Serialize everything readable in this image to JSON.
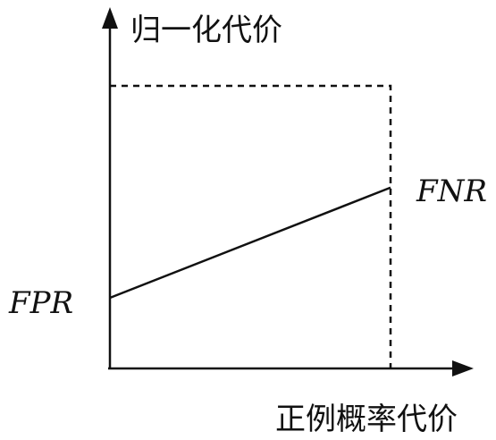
{
  "chart_data": {
    "type": "line",
    "ylabel": "归一化代价",
    "xlabel": "正例概率代价",
    "grid": false,
    "series": [
      {
        "x": [
          0,
          1
        ],
        "y": [
          0.25,
          0.64
        ]
      }
    ],
    "reference_box": {
      "x": [
        0,
        1
      ],
      "y": [
        0,
        1
      ],
      "style": "dashed"
    },
    "annotations": [
      {
        "text": "FPR",
        "anchor": "left-axis-intercept"
      },
      {
        "text": "FNR",
        "anchor": "right-axis-intercept"
      }
    ]
  }
}
